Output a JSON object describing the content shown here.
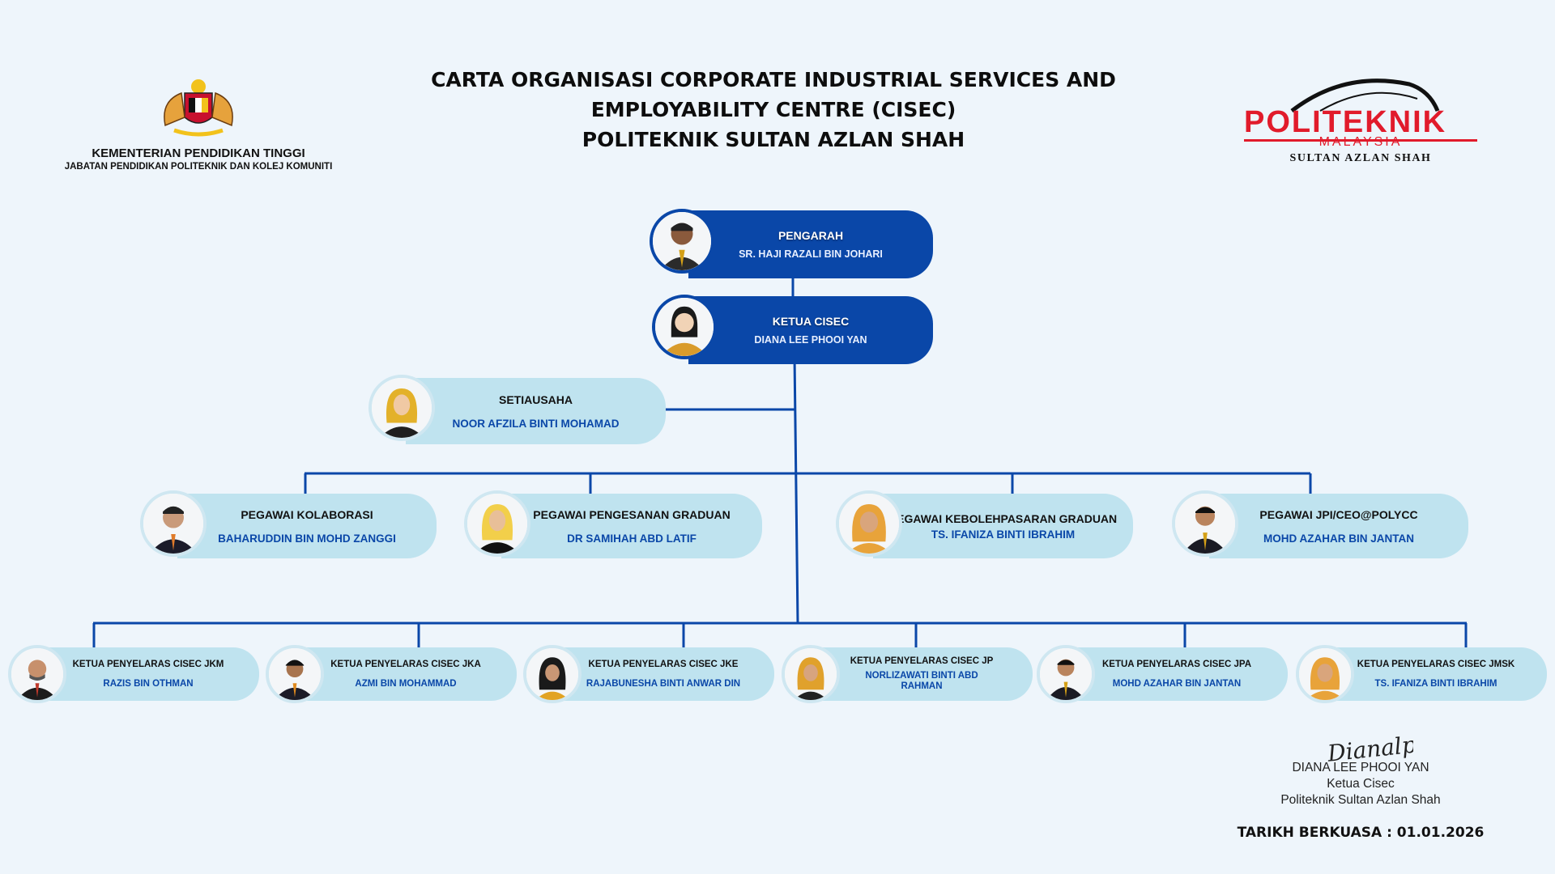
{
  "header": {
    "gov_name": "KEMENTERIAN PENDIDIKAN TINGGI",
    "gov_sub": "JABATAN PENDIDIKAN POLITEKNIK DAN KOLEJ KOMUNITI",
    "title_lines": [
      "CARTA ORGANISASI CORPORATE INDUSTRIAL SERVICES AND",
      "EMPLOYABILITY CENTRE (CISEC)",
      "POLITEKNIK SULTAN AZLAN SHAH"
    ],
    "logo_word": "POLITEKNIK",
    "logo_country": "MALAYSIA",
    "logo_campus": "SULTAN AZLAN SHAH"
  },
  "colors": {
    "navy": "#0a47a8",
    "light_pill": "#bfe3ef",
    "line": "#0a47a8",
    "brand_red": "#e11b2b"
  },
  "director": {
    "role": "PENGARAH",
    "name": "SR. HAJI RAZALI BIN JOHARI"
  },
  "head": {
    "role": "KETUA CISEC",
    "name": "DIANA LEE PHOOI YAN"
  },
  "secretary": {
    "role": "SETIAUSAHA",
    "name": "NOOR AFZILA BINTI MOHAMAD"
  },
  "officers": [
    {
      "role": "PEGAWAI KOLABORASI",
      "name": "BAHARUDDIN BIN MOHD ZANGGI"
    },
    {
      "role": "PEGAWAI PENGESANAN GRADUAN",
      "name": "DR SAMIHAH ABD LATIF"
    },
    {
      "role": "PEGAWAI KEBOLEHPASARAN GRADUAN",
      "name": "TS. IFANIZA BINTI IBRAHIM"
    },
    {
      "role": "PEGAWAI JPI/CEO@POLYCC",
      "name": "MOHD AZAHAR BIN JANTAN"
    }
  ],
  "coordinators": [
    {
      "role": "KETUA PENYELARAS CISEC JKM",
      "name": "RAZIS BIN OTHMAN"
    },
    {
      "role": "KETUA PENYELARAS CISEC JKA",
      "name": "AZMI BIN MOHAMMAD"
    },
    {
      "role": "KETUA PENYELARAS CISEC JKE",
      "name": "RAJABUNESHA BINTI ANWAR DIN"
    },
    {
      "role": "KETUA PENYELARAS CISEC JP",
      "name": "NORLIZAWATI BINTI ABD RAHMAN"
    },
    {
      "role": "KETUA PENYELARAS CISEC JPA",
      "name": "MOHD AZAHAR BIN JANTAN"
    },
    {
      "role": "KETUA PENYELARAS CISEC JMSK",
      "name": "TS. IFANIZA BINTI IBRAHIM"
    }
  ],
  "signature": {
    "script": "Dianalpy",
    "name": "DIANA LEE PHOOI YAN",
    "role": "Ketua Cisec",
    "org": "Politeknik Sultan Azlan Shah"
  },
  "effective_date": "TARIKH BERKUASA : 01.01.2026"
}
